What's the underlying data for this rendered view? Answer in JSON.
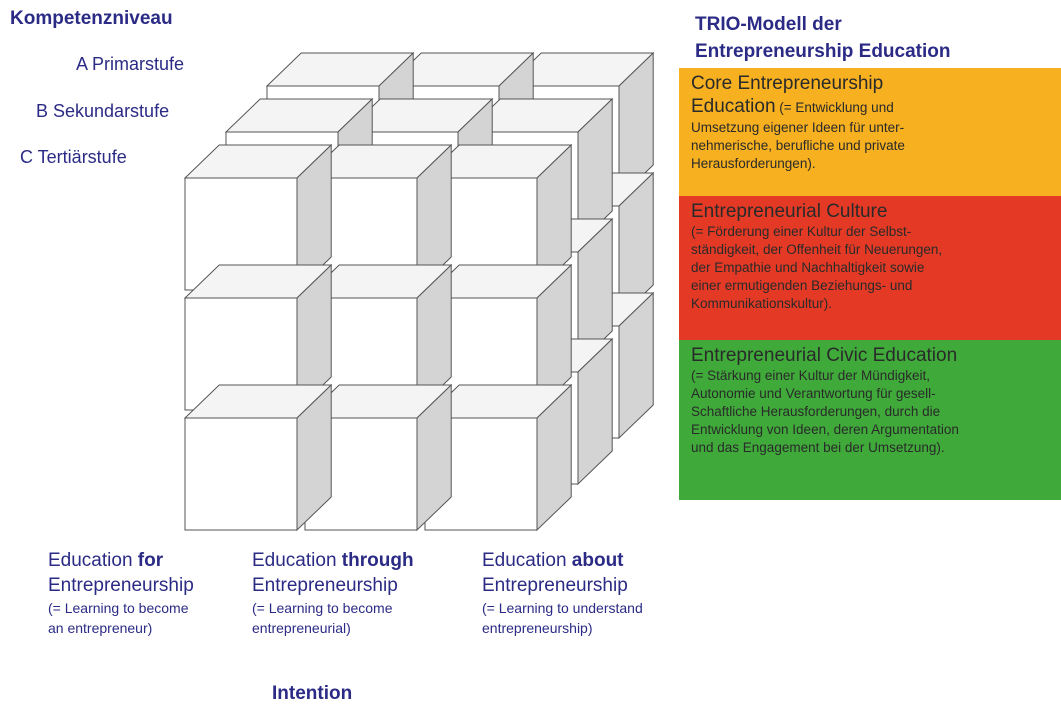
{
  "kompetenz": {
    "title": "Kompetenzniveau",
    "levels": [
      "A Primarstufe",
      "B Sekundarstufe",
      "C Tertiärstufe"
    ]
  },
  "trio": {
    "title_line1": "TRIO-Modell der",
    "title_line2": "Entrepreneurship Education",
    "panels": [
      {
        "color": "#f6b020",
        "title_line1": "Core Entrepreneurship",
        "title_line2": "Education",
        "body_inline": " (= Entwicklung und",
        "body_lines": [
          "Umsetzung eigener Ideen für unter-",
          "nehmerische, berufliche und private",
          "Herausforderungen)."
        ]
      },
      {
        "color": "#e43a25",
        "title_line1": "Entrepreneurial Culture",
        "body_lines": [
          "(= Förderung einer Kultur der Selbst-",
          "ständigkeit, der Offenheit für Neuerungen,",
          "der Empathie und Nachhaltigkeit sowie",
          "einer ermutigenden Beziehungs- und",
          "Kommunikationskultur)."
        ]
      },
      {
        "color": "#3faa3a",
        "title_line1": "Entrepreneurial Civic Education",
        "body_lines": [
          "(= Stärkung einer Kultur der Mündigkeit,",
          "Autonomie und Verantwortung für gesell-",
          "Schaftliche Herausforderungen, durch die",
          "Entwicklung von Ideen, deren Argumentation",
          "und das Engagement bei der Umsetzung)."
        ]
      }
    ]
  },
  "columns": [
    {
      "prefix": "Education ",
      "bold": "for",
      "line2": "Entrepreneurship",
      "sub1": "(= Learning to become",
      "sub2": "an entrepreneur)"
    },
    {
      "prefix": "Education ",
      "bold": "through",
      "line2": "Entrepreneurship",
      "sub1": "(= Learning to become",
      "sub2": "entrepreneurial)"
    },
    {
      "prefix": "Education ",
      "bold": "about",
      "line2": "Entrepreneurship",
      "sub1": "(= Learning to understand",
      "sub2": "entrepreneurship)"
    }
  ],
  "intention": "Intention"
}
